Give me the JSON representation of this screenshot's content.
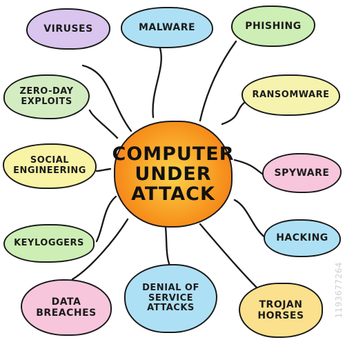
{
  "diagram": {
    "center": {
      "text": "COMPUTER\nUNDER\nATTACK",
      "color": "#f7941d"
    },
    "nodes": [
      {
        "id": "viruses",
        "label": "VIRUSES",
        "color": "#d9c5ee"
      },
      {
        "id": "malware",
        "label": "MALWARE",
        "color": "#aee0f5"
      },
      {
        "id": "phishing",
        "label": "PHISHING",
        "color": "#cdeeb5"
      },
      {
        "id": "zero-day-exploits",
        "label": "ZERO-DAY\nEXPLOITS",
        "color": "#d4ecc2"
      },
      {
        "id": "ransomware",
        "label": "RANSOMWARE",
        "color": "#f6f3ae"
      },
      {
        "id": "social-engineering",
        "label": "SOCIAL\nENGINEERING",
        "color": "#f8f3a5"
      },
      {
        "id": "spyware",
        "label": "SPYWARE",
        "color": "#f7c6dc"
      },
      {
        "id": "keyloggers",
        "label": "KEYLOGGERS",
        "color": "#cdeeb5"
      },
      {
        "id": "hacking",
        "label": "HACKING",
        "color": "#aee0f5"
      },
      {
        "id": "data-breaches",
        "label": "DATA\nBREACHES",
        "color": "#f7c6dc"
      },
      {
        "id": "denial-of-service-attacks",
        "label": "DENIAL OF\nSERVICE\nATTACKS",
        "color": "#aee0f5"
      },
      {
        "id": "trojan-horses",
        "label": "TROJAN\nHORSES",
        "color": "#fbe18d"
      }
    ]
  },
  "watermark": {
    "text": "1193677264"
  }
}
